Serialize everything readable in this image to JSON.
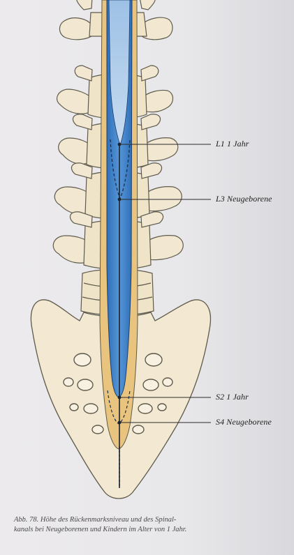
{
  "labels": {
    "l1_one_year": "L1  1 Jahr",
    "l3_newborn": "L3  Neugeborene",
    "s2_one_year": "S2  1 Jahr",
    "s4_newborn": "S4  Neugeborene"
  },
  "caption": {
    "line1": "Abb. 78.  Höhe des Rückenmarksniveau und des Spinal-",
    "line2": "kanals bei Neugeborenen und Kindern im Alter von 1 Jahr."
  },
  "colors": {
    "bone": "#f3e9d2",
    "bone_outline": "#5e5a4c",
    "dura": "#e8c47e",
    "spinal_cord": "#3f80c8",
    "spinal_cord_light": "#9ec2e6"
  }
}
